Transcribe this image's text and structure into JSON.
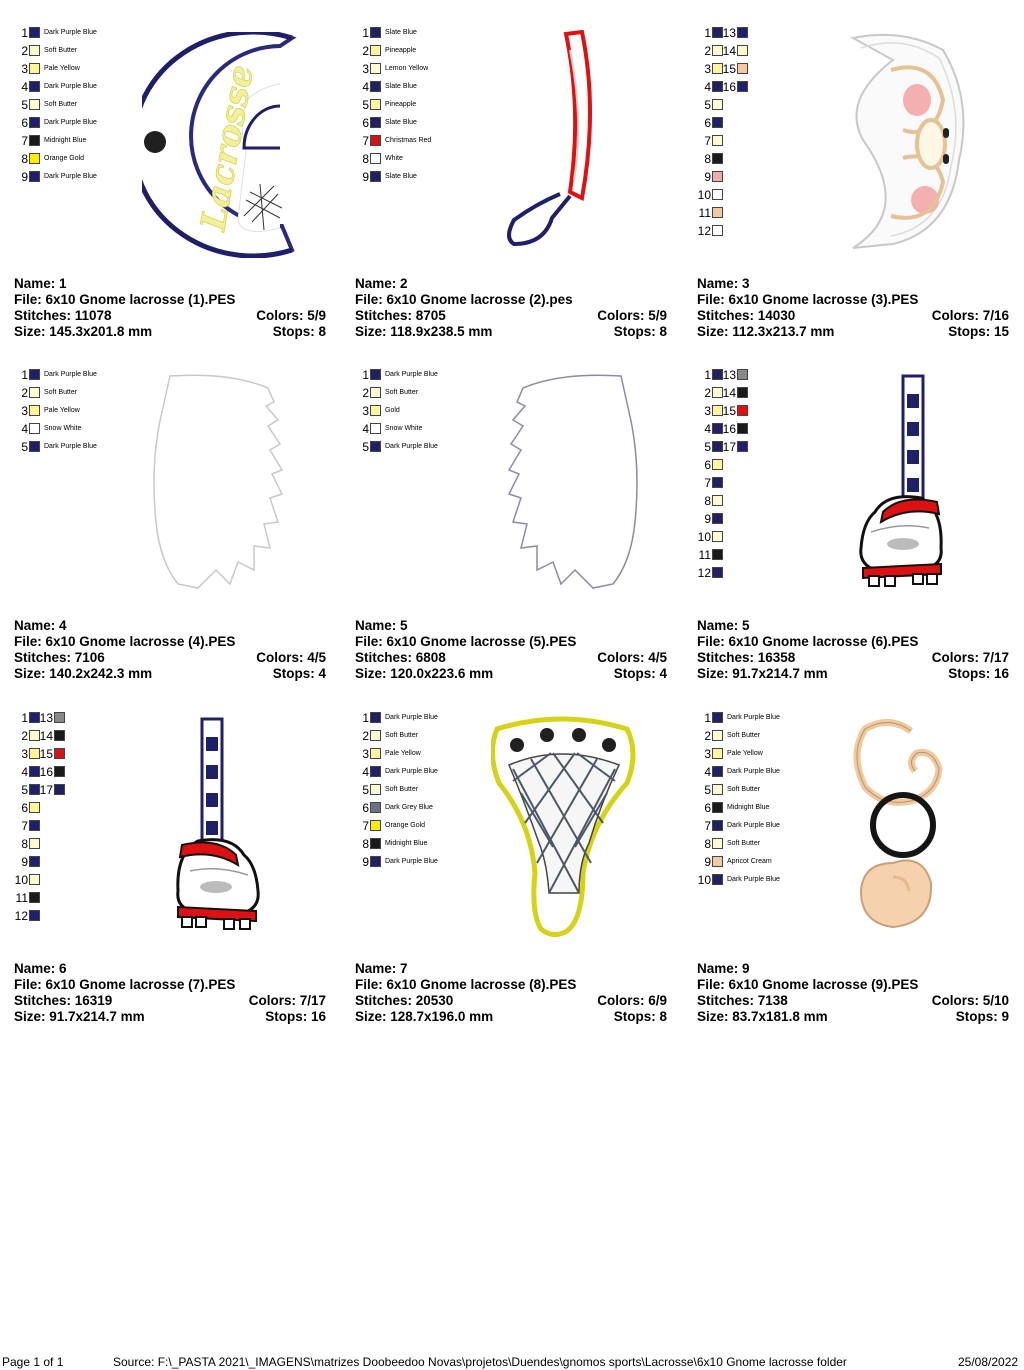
{
  "colors": {
    "dark_purple": "#20206a",
    "soft_butter": "#fffbd0",
    "pale_yellow": "#fff59a",
    "orange_gold": "#ffee00",
    "midnight": "#1a1a1a",
    "white": "#ffffff",
    "red": "#dd1111",
    "pink": "#f4aaaa",
    "peach": "#f6c8a0",
    "gray": "#888888"
  },
  "designs": [
    {
      "name": "Name: 1",
      "file": "File: 6x10 Gnome lacrosse (1).PES",
      "stitches": "Stitches: 11078",
      "colors": "Colors: 5/9",
      "size": "Size: 145.3x201.8 mm",
      "stops": "Stops: 8",
      "threads": [
        {
          "n": "1",
          "name": "Dark Purple Blue",
          "color": "#20206a"
        },
        {
          "n": "2",
          "name": "Soft Butter",
          "color": "#fffbd0"
        },
        {
          "n": "3",
          "name": "Pale Yellow",
          "color": "#fff59a"
        },
        {
          "n": "4",
          "name": "Dark Purple Blue",
          "color": "#20206a"
        },
        {
          "n": "5",
          "name": "Soft Butter",
          "color": "#fffbd0"
        },
        {
          "n": "6",
          "name": "Dark Purple Blue",
          "color": "#20206a"
        },
        {
          "n": "7",
          "name": "Midnight Blue",
          "color": "#1a1a1a"
        },
        {
          "n": "8",
          "name": "Orange Gold",
          "color": "#ffee00"
        },
        {
          "n": "9",
          "name": "Dark Purple Blue",
          "color": "#20206a"
        }
      ],
      "art_text": "Lacrosse"
    },
    {
      "name": "Name: 2",
      "file": "File: 6x10 Gnome lacrosse (2).pes",
      "stitches": "Stitches: 8705",
      "colors": "Colors: 5/9",
      "size": "Size: 118.9x238.5 mm",
      "stops": "Stops: 8",
      "threads": [
        {
          "n": "1",
          "name": "Slate Blue",
          "color": "#20206a"
        },
        {
          "n": "2",
          "name": "Pineapple",
          "color": "#fff59a"
        },
        {
          "n": "3",
          "name": "Lemon Yellow",
          "color": "#fffbd0"
        },
        {
          "n": "4",
          "name": "Slate Blue",
          "color": "#20206a"
        },
        {
          "n": "5",
          "name": "Pineapple",
          "color": "#fff59a"
        },
        {
          "n": "6",
          "name": "Slate Blue",
          "color": "#20206a"
        },
        {
          "n": "7",
          "name": "Christmas Red",
          "color": "#dd1111"
        },
        {
          "n": "8",
          "name": "White",
          "color": "#ffffff"
        },
        {
          "n": "9",
          "name": "Slate Blue",
          "color": "#20206a"
        }
      ]
    },
    {
      "name": "Name: 3",
      "file": "File: 6x10 Gnome lacrosse (3).PES",
      "stitches": "Stitches: 14030",
      "colors": "Colors: 7/16",
      "size": "Size: 112.3x213.7 mm",
      "stops": "Stops: 15",
      "threads": [
        {
          "n": "1",
          "color": "#20206a"
        },
        {
          "n": "2",
          "color": "#fffbd0"
        },
        {
          "n": "3",
          "color": "#fff59a"
        },
        {
          "n": "4",
          "color": "#20206a"
        },
        {
          "n": "5",
          "color": "#fffbd0"
        },
        {
          "n": "6",
          "color": "#20206a"
        },
        {
          "n": "7",
          "color": "#fffbd0"
        },
        {
          "n": "8",
          "color": "#1a1a1a"
        },
        {
          "n": "9",
          "color": "#f4aaaa"
        },
        {
          "n": "10",
          "color": "#ffffff"
        },
        {
          "n": "11",
          "color": "#f6c8a0"
        },
        {
          "n": "12",
          "color": "#ffffff"
        }
      ],
      "threads2": [
        {
          "n": "13",
          "color": "#20206a"
        },
        {
          "n": "14",
          "color": "#fffbd0"
        },
        {
          "n": "15",
          "color": "#f6c8a0"
        },
        {
          "n": "16",
          "color": "#20206a"
        }
      ]
    },
    {
      "name": "Name: 4",
      "file": "File: 6x10 Gnome lacrosse (4).PES",
      "stitches": "Stitches: 7106",
      "colors": "Colors: 4/5",
      "size": "Size: 140.2x242.3 mm",
      "stops": "Stops: 4",
      "threads": [
        {
          "n": "1",
          "name": "Dark Purple Blue",
          "color": "#20206a"
        },
        {
          "n": "2",
          "name": "Soft Butter",
          "color": "#fffbd0"
        },
        {
          "n": "3",
          "name": "Pale Yellow",
          "color": "#fff59a"
        },
        {
          "n": "4",
          "name": "Snow White",
          "color": "#ffffff"
        },
        {
          "n": "5",
          "name": "Dark Purple Blue",
          "color": "#20206a"
        }
      ]
    },
    {
      "name": "Name: 5",
      "file": "File: 6x10 Gnome lacrosse (5).PES",
      "stitches": "Stitches: 6808",
      "colors": "Colors: 4/5",
      "size": "Size: 120.0x223.6 mm",
      "stops": "Stops: 4",
      "threads": [
        {
          "n": "1",
          "name": "Dark Purple Blue",
          "color": "#20206a"
        },
        {
          "n": "2",
          "name": "Soft Butter",
          "color": "#fffbd0"
        },
        {
          "n": "3",
          "name": "Gold",
          "color": "#fff59a"
        },
        {
          "n": "4",
          "name": "Snow White",
          "color": "#ffffff"
        },
        {
          "n": "5",
          "name": "Dark Purple Blue",
          "color": "#20206a"
        }
      ]
    },
    {
      "name": "Name: 5",
      "file": "File: 6x10 Gnome lacrosse (6).PES",
      "stitches": "Stitches: 16358",
      "colors": "Colors: 7/17",
      "size": "Size: 91.7x214.7 mm",
      "stops": "Stops: 16",
      "threads": [
        {
          "n": "1",
          "color": "#20206a"
        },
        {
          "n": "2",
          "color": "#fffbd0"
        },
        {
          "n": "3",
          "color": "#fff59a"
        },
        {
          "n": "4",
          "color": "#20206a"
        },
        {
          "n": "5",
          "color": "#20206a"
        },
        {
          "n": "6",
          "color": "#fff59a"
        },
        {
          "n": "7",
          "color": "#20206a"
        },
        {
          "n": "8",
          "color": "#fffbd0"
        },
        {
          "n": "9",
          "color": "#20206a"
        },
        {
          "n": "10",
          "color": "#fffbd0"
        },
        {
          "n": "11",
          "color": "#1a1a1a"
        },
        {
          "n": "12",
          "color": "#20206a"
        }
      ],
      "threads2": [
        {
          "n": "13",
          "color": "#888888"
        },
        {
          "n": "14",
          "color": "#1a1a1a"
        },
        {
          "n": "15",
          "color": "#dd1111"
        },
        {
          "n": "16",
          "color": "#1a1a1a"
        },
        {
          "n": "17",
          "color": "#20206a"
        }
      ]
    },
    {
      "name": "Name: 6",
      "file": "File: 6x10 Gnome lacrosse (7).PES",
      "stitches": "Stitches: 16319",
      "colors": "Colors: 7/17",
      "size": "Size: 91.7x214.7 mm",
      "stops": "Stops: 16",
      "threads": [
        {
          "n": "1",
          "color": "#20206a"
        },
        {
          "n": "2",
          "color": "#fffbd0"
        },
        {
          "n": "3",
          "color": "#fff59a"
        },
        {
          "n": "4",
          "color": "#20206a"
        },
        {
          "n": "5",
          "color": "#20206a"
        },
        {
          "n": "6",
          "color": "#fff59a"
        },
        {
          "n": "7",
          "color": "#20206a"
        },
        {
          "n": "8",
          "color": "#fffbd0"
        },
        {
          "n": "9",
          "color": "#20206a"
        },
        {
          "n": "10",
          "color": "#fffbd0"
        },
        {
          "n": "11",
          "color": "#1a1a1a"
        },
        {
          "n": "12",
          "color": "#20206a"
        }
      ],
      "threads2": [
        {
          "n": "13",
          "color": "#888888"
        },
        {
          "n": "14",
          "color": "#1a1a1a"
        },
        {
          "n": "15",
          "color": "#dd1111"
        },
        {
          "n": "16",
          "color": "#1a1a1a"
        },
        {
          "n": "17",
          "color": "#20206a"
        }
      ]
    },
    {
      "name": "Name: 7",
      "file": "File: 6x10 Gnome lacrosse (8).PES",
      "stitches": "Stitches: 20530",
      "colors": "Colors: 6/9",
      "size": "Size: 128.7x196.0 mm",
      "stops": "Stops: 8",
      "threads": [
        {
          "n": "1",
          "name": "Dark Purple Blue",
          "color": "#20206a"
        },
        {
          "n": "2",
          "name": "Soft Butter",
          "color": "#fffbd0"
        },
        {
          "n": "3",
          "name": "Pale Yellow",
          "color": "#fff59a"
        },
        {
          "n": "4",
          "name": "Dark Purple Blue",
          "color": "#20206a"
        },
        {
          "n": "5",
          "name": "Soft Butter",
          "color": "#fffbd0"
        },
        {
          "n": "6",
          "name": "Dark Grey Blue",
          "color": "#6a7384"
        },
        {
          "n": "7",
          "name": "Orange Gold",
          "color": "#ffee00"
        },
        {
          "n": "8",
          "name": "Midnight Blue",
          "color": "#1a1a1a"
        },
        {
          "n": "9",
          "name": "Dark Purple Blue",
          "color": "#20206a"
        }
      ]
    },
    {
      "name": "Name: 9",
      "file": "File: 6x10 Gnome lacrosse (9).PES",
      "stitches": "Stitches: 7138",
      "colors": "Colors: 5/10",
      "size": "Size: 83.7x181.8 mm",
      "stops": "Stops: 9",
      "threads": [
        {
          "n": "1",
          "name": "Dark Purple Blue",
          "color": "#20206a"
        },
        {
          "n": "2",
          "name": "Soft Butter",
          "color": "#fffbd0"
        },
        {
          "n": "3",
          "name": "Pale Yellow",
          "color": "#fff59a"
        },
        {
          "n": "4",
          "name": "Dark Purple Blue",
          "color": "#20206a"
        },
        {
          "n": "5",
          "name": "Soft Butter",
          "color": "#fffbd0"
        },
        {
          "n": "6",
          "name": "Midnight Blue",
          "color": "#1a1a1a"
        },
        {
          "n": "7",
          "name": "Dark Purple Blue",
          "color": "#20206a"
        },
        {
          "n": "8",
          "name": "Soft Butter",
          "color": "#fffbd0"
        },
        {
          "n": "9",
          "name": "Apricot Cream",
          "color": "#f6c8a0"
        },
        {
          "n": "10",
          "name": "Dark Purple Blue",
          "color": "#20206a"
        }
      ]
    }
  ],
  "footer": {
    "page": "Page 1 of 1",
    "source": "Source: F:\\_PASTA 2021\\_IMAGENS\\matrizes Doobeedoo Novas\\projetos\\Duendes\\gnomos sports\\Lacrosse\\6x10 Gnome lacrosse folder",
    "date": "25/08/2022"
  }
}
